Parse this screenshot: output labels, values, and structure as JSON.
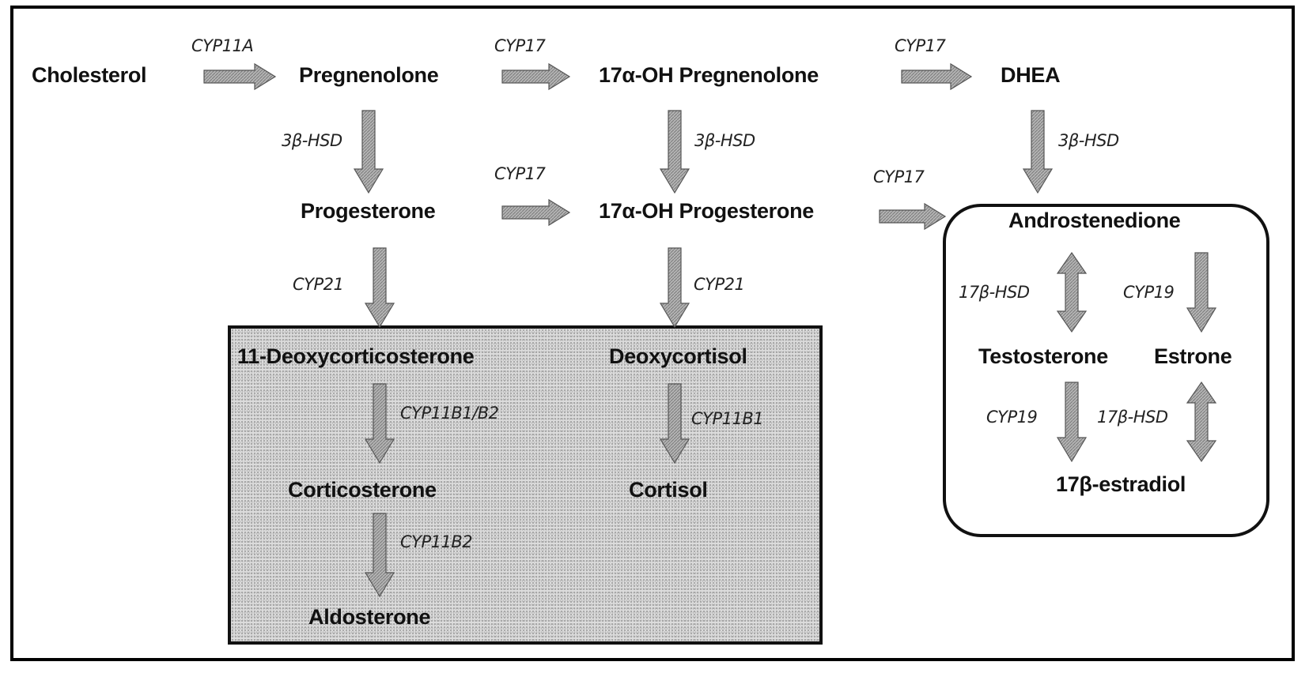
{
  "title": "Steroidogenesis pathway",
  "colors": {
    "arrow_fill": "#a8a8a8",
    "arrow_stroke": "#555555",
    "gray_box_fill": "#dcdcdc",
    "border": "#111111",
    "text": "#111111"
  },
  "molecules": {
    "cholesterol": "Cholesterol",
    "pregnenolone": "Pregnenolone",
    "oh17_pregnenolone": "17α-OH Pregnenolone",
    "dhea": "DHEA",
    "progesterone": "Progesterone",
    "oh17_progesterone": "17α-OH Progesterone",
    "androstenedione": "Androstenedione",
    "deoxycorticosterone": "11-Deoxycorticosterone",
    "deoxycortisol": "Deoxycortisol",
    "corticosterone": "Corticosterone",
    "cortisol": "Cortisol",
    "aldosterone": "Aldosterone",
    "testosterone": "Testosterone",
    "estrone": "Estrone",
    "estradiol": "17β-estradiol"
  },
  "enzymes": {
    "cyp11a": "CYP11A",
    "cyp17_a": "CYP17",
    "cyp17_b": "CYP17",
    "cyp17_c": "CYP17",
    "cyp17_d": "CYP17",
    "hsd3b_a": "3β-HSD",
    "hsd3b_b": "3β-HSD",
    "hsd3b_c": "3β-HSD",
    "cyp21_a": "CYP21",
    "cyp21_b": "CYP21",
    "cyp11b1b2": "CYP11B1/B2",
    "cyp11b1": "CYP11B1",
    "cyp11b2": "CYP11B2",
    "hsd17b_a": "17β-HSD",
    "cyp19_a": "CYP19",
    "cyp19_b": "CYP19",
    "hsd17b_b": "17β-HSD"
  },
  "reactions": [
    {
      "from": "Cholesterol",
      "to": "Pregnenolone",
      "enzyme": "CYP11A",
      "direction": "right"
    },
    {
      "from": "Pregnenolone",
      "to": "17α-OH Pregnenolone",
      "enzyme": "CYP17",
      "direction": "right"
    },
    {
      "from": "17α-OH Pregnenolone",
      "to": "DHEA",
      "enzyme": "CYP17",
      "direction": "right"
    },
    {
      "from": "Pregnenolone",
      "to": "Progesterone",
      "enzyme": "3β-HSD",
      "direction": "down"
    },
    {
      "from": "17α-OH Pregnenolone",
      "to": "17α-OH Progesterone",
      "enzyme": "3β-HSD",
      "direction": "down"
    },
    {
      "from": "DHEA",
      "to": "Androstenedione",
      "enzyme": "3β-HSD",
      "direction": "down"
    },
    {
      "from": "Progesterone",
      "to": "17α-OH Progesterone",
      "enzyme": "CYP17",
      "direction": "right"
    },
    {
      "from": "17α-OH Progesterone",
      "to": "Androstenedione",
      "enzyme": "CYP17",
      "direction": "right"
    },
    {
      "from": "Progesterone",
      "to": "11-Deoxycorticosterone",
      "enzyme": "CYP21",
      "direction": "down"
    },
    {
      "from": "17α-OH Progesterone",
      "to": "Deoxycortisol",
      "enzyme": "CYP21",
      "direction": "down"
    },
    {
      "from": "11-Deoxycorticosterone",
      "to": "Corticosterone",
      "enzyme": "CYP11B1/B2",
      "direction": "down"
    },
    {
      "from": "Deoxycortisol",
      "to": "Cortisol",
      "enzyme": "CYP11B1",
      "direction": "down"
    },
    {
      "from": "Corticosterone",
      "to": "Aldosterone",
      "enzyme": "CYP11B2",
      "direction": "down"
    },
    {
      "from": "Androstenedione",
      "to": "Testosterone",
      "enzyme": "17β-HSD",
      "direction": "bidirectional"
    },
    {
      "from": "Androstenedione",
      "to": "Estrone",
      "enzyme": "CYP19",
      "direction": "down"
    },
    {
      "from": "Testosterone",
      "to": "17β-estradiol",
      "enzyme": "CYP19",
      "direction": "down"
    },
    {
      "from": "Estrone",
      "to": "17β-estradiol",
      "enzyme": "17β-HSD",
      "direction": "bidirectional"
    }
  ]
}
